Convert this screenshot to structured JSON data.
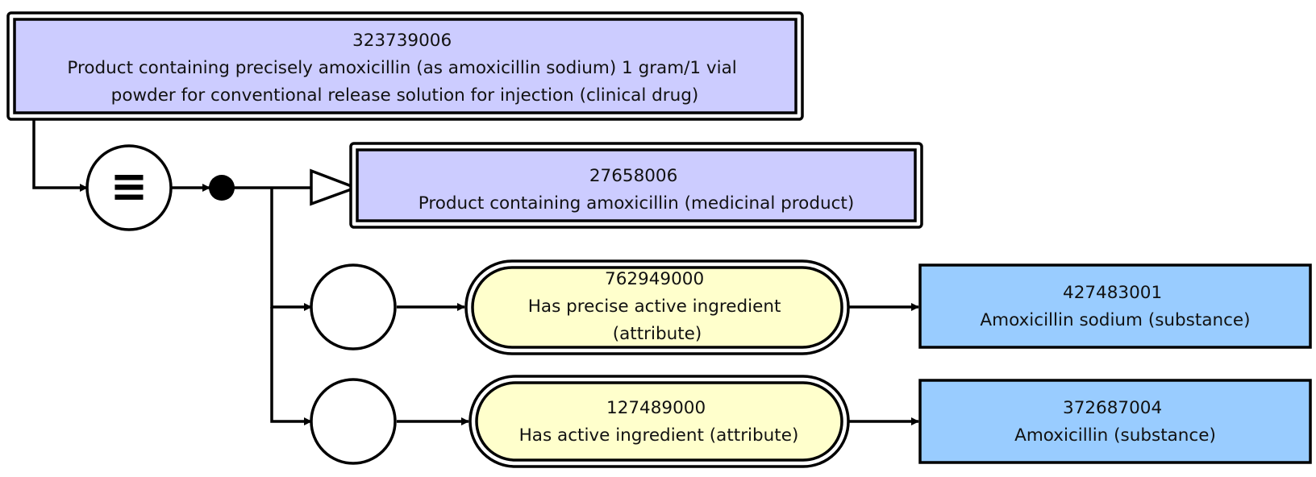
{
  "focus_concept": {
    "id": "323739006",
    "lines": [
      "Product containing precisely amoxicillin (as amoxicillin sodium) 1 gram/1 vial",
      "powder for conventional release solution for injection (clinical drug)"
    ]
  },
  "definition_status_symbol": "≡",
  "parent_concept": {
    "id": "27658006",
    "lines": [
      "Product containing amoxicillin (medicinal product)"
    ]
  },
  "relationships": [
    {
      "attribute": {
        "id": "762949000",
        "lines": [
          "Has precise active ingredient",
          "(attribute)"
        ]
      },
      "value": {
        "id": "427483001",
        "lines": [
          "Amoxicillin sodium (substance)"
        ]
      }
    },
    {
      "attribute": {
        "id": "127489000",
        "lines": [
          "Has active ingredient (attribute)"
        ]
      },
      "value": {
        "id": "372687004",
        "lines": [
          "Amoxicillin (substance)"
        ]
      }
    }
  ],
  "colors": {
    "defined_concept_fill": "#ccccff",
    "attribute_fill": "#ffffcc",
    "primitive_concept_fill": "#99ccff",
    "stroke": "#000000"
  }
}
